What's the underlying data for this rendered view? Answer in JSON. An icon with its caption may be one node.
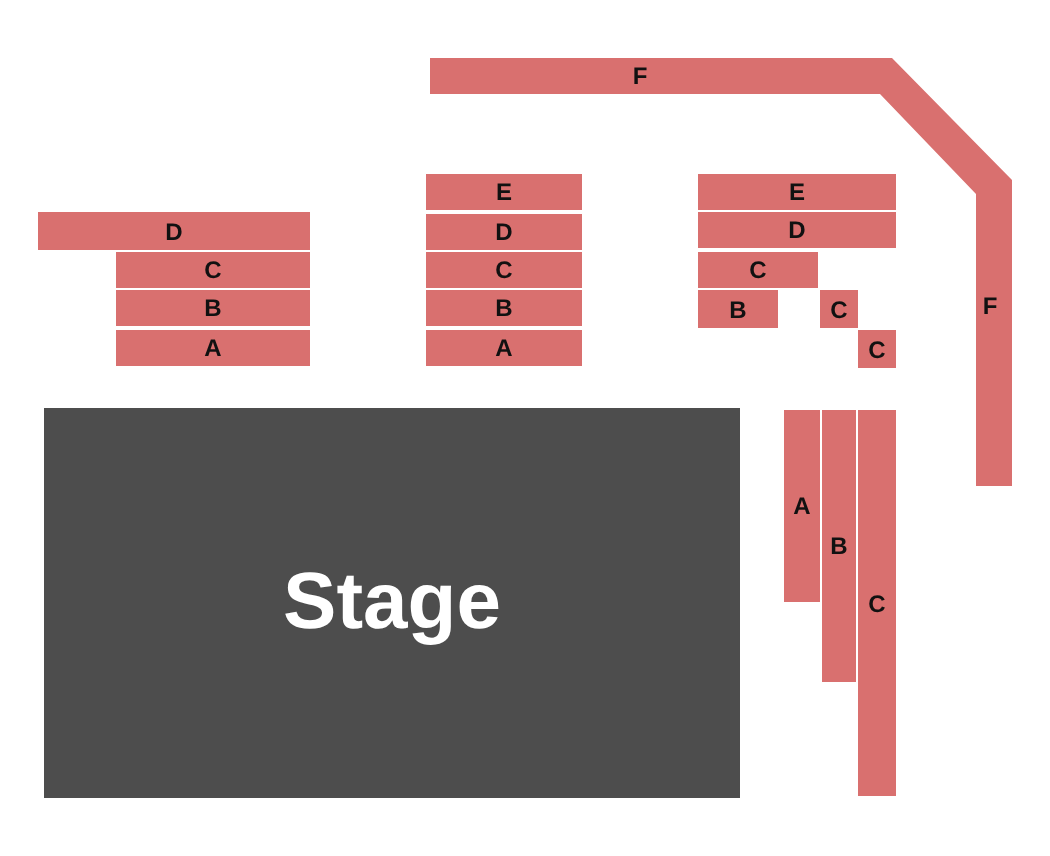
{
  "diagram": {
    "nodes": [
      {
        "text": [
          "F",
          "F"
        ]
      },
      {
        "text": [
          "D"
        ]
      },
      {
        "text": [
          "C"
        ]
      },
      {
        "text": [
          "B"
        ]
      },
      {
        "text": [
          "A"
        ]
      },
      {
        "text": [
          "E"
        ]
      },
      {
        "text": [
          "D"
        ]
      },
      {
        "text": [
          "C"
        ]
      },
      {
        "text": [
          "B"
        ]
      },
      {
        "text": [
          "A"
        ]
      },
      {
        "text": [
          "E"
        ]
      },
      {
        "text": [
          "D"
        ]
      },
      {
        "text": [
          "C"
        ]
      },
      {
        "text": [
          "B"
        ]
      },
      {
        "text": [
          "C"
        ]
      },
      {
        "text": [
          "C"
        ]
      },
      {
        "text": [
          "Stage"
        ]
      },
      {
        "text": [
          "A"
        ]
      },
      {
        "text": [
          "B"
        ]
      },
      {
        "text": [
          "C"
        ]
      }
    ]
  }
}
